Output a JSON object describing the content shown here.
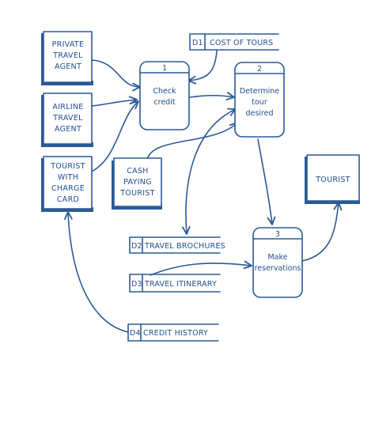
{
  "diagram": {
    "entities": [
      {
        "id": "private-travel-agent",
        "lines": [
          "PRIVATE",
          "TRAVEL",
          "AGENT"
        ]
      },
      {
        "id": "airline-travel-agent",
        "lines": [
          "AIRLINE",
          "TRAVEL",
          "AGENT"
        ]
      },
      {
        "id": "tourist-charge-card",
        "lines": [
          "TOURIST",
          "WITH",
          "CHARGE",
          "CARD"
        ]
      },
      {
        "id": "cash-paying-tourist",
        "lines": [
          "CASH",
          "PAYING",
          "TOURIST"
        ]
      },
      {
        "id": "tourist",
        "lines": [
          "TOURIST"
        ]
      }
    ],
    "processes": [
      {
        "id": "check-credit",
        "number": "1",
        "lines": [
          "Check",
          "credit"
        ]
      },
      {
        "id": "determine-tour",
        "number": "2",
        "lines": [
          "Determine",
          "tour",
          "desired"
        ]
      },
      {
        "id": "make-reservations",
        "number": "3",
        "lines": [
          "Make",
          "reservations"
        ]
      }
    ],
    "data_stores": [
      {
        "id": "d1",
        "code": "D1",
        "label": "COST OF TOURS"
      },
      {
        "id": "d2",
        "code": "D2",
        "label": "TRAVEL BROCHURES"
      },
      {
        "id": "d3",
        "code": "D3",
        "label": "TRAVEL ITINERARY"
      },
      {
        "id": "d4",
        "code": "D4",
        "label": "CREDIT HISTORY"
      }
    ]
  }
}
